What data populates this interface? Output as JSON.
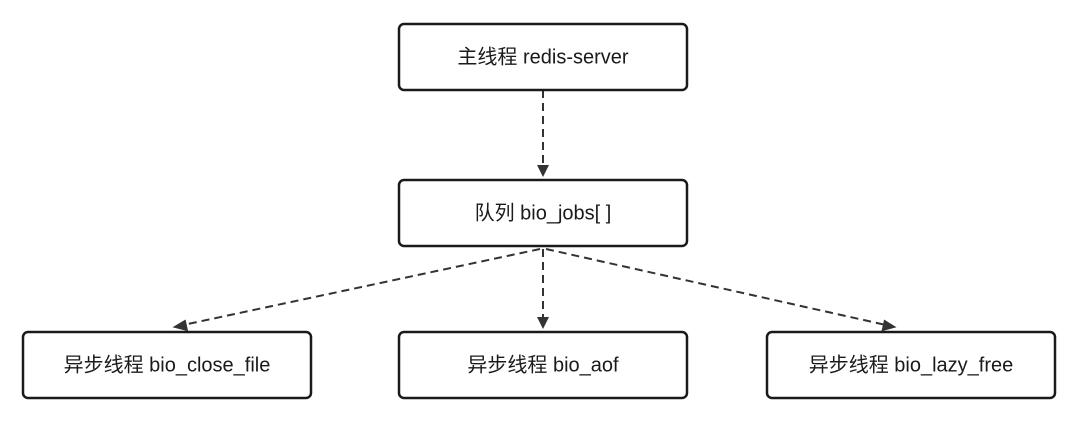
{
  "nodes": {
    "main_thread": {
      "label": "主线程 redis-server"
    },
    "queue": {
      "label": "队列 bio_jobs[ ]"
    },
    "bio_close_file": {
      "label": "异步线程 bio_close_file"
    },
    "bio_aof": {
      "label": "异步线程 bio_aof"
    },
    "bio_lazy_free": {
      "label": "异步线程 bio_lazy_free"
    }
  },
  "edges": [
    {
      "from": "main_thread",
      "to": "queue",
      "style": "dashed"
    },
    {
      "from": "queue",
      "to": "bio_close_file",
      "style": "dashed"
    },
    {
      "from": "queue",
      "to": "bio_aof",
      "style": "dashed"
    },
    {
      "from": "queue",
      "to": "bio_lazy_free",
      "style": "dashed"
    }
  ],
  "colors": {
    "border": "#1a1a1a",
    "edge": "#333333",
    "background": "#ffffff"
  }
}
